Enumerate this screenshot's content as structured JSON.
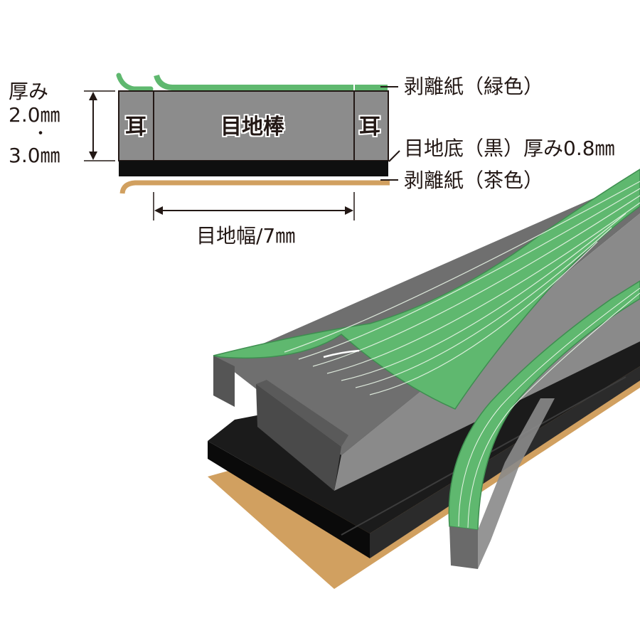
{
  "cross_section": {
    "thickness_label": "厚み",
    "thickness_min": "2.0㎜",
    "thickness_sep": "・",
    "thickness_max": "3.0㎜",
    "ear_left": "耳",
    "ear_right": "耳",
    "joint_bar": "目地棒",
    "width_label": "目地幅/7㎜"
  },
  "callouts": {
    "release_green": "剥離紙（緑色）",
    "base_black": "目地底（黒）厚み0.8㎜",
    "release_brown": "剥離紙（茶色）"
  },
  "colors": {
    "green_liner": "#5fb86f",
    "gray_bar": "#8c8c8c",
    "black_base": "#0f0f0f",
    "brown_liner": "#d1a060",
    "text": "#231815"
  }
}
